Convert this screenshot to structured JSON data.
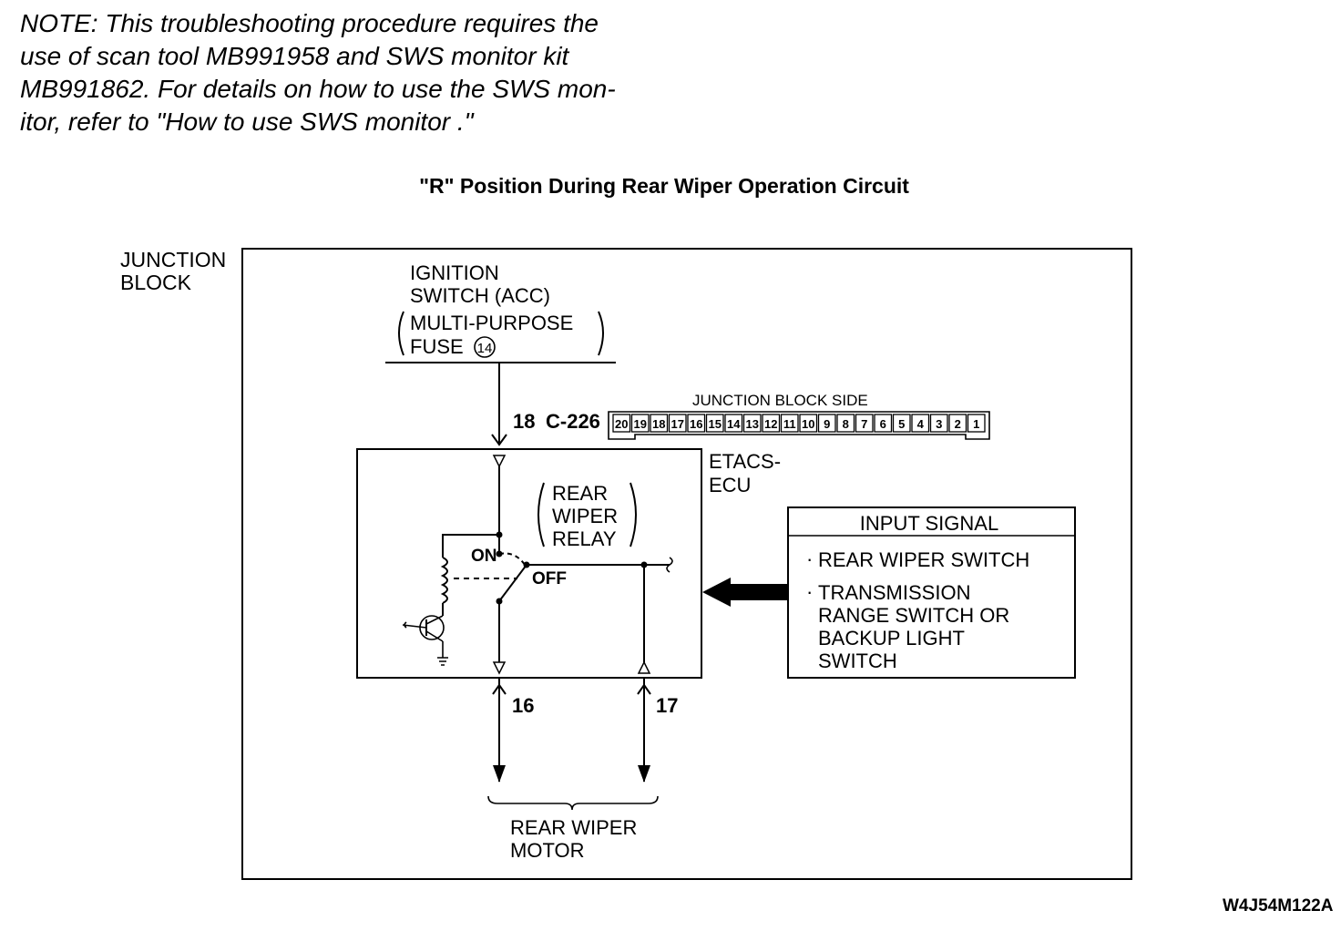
{
  "note": {
    "lines": [
      "NOTE: This troubleshooting procedure requires the",
      "use of scan tool MB991958 and SWS monitor kit",
      "MB991862. For details on how to use the SWS mon-",
      "itor, refer to \"How to use SWS monitor .\""
    ]
  },
  "diagram": {
    "title": "\"R\" Position During Rear Wiper Operation Circuit",
    "junction_block_label": [
      "JUNCTION",
      "BLOCK"
    ],
    "supply_label": [
      "IGNITION",
      "SWITCH (ACC)"
    ],
    "fuse_label": [
      "MULTI-PURPOSE",
      "FUSE"
    ],
    "fuse_number": "14",
    "terminal_supply": "18",
    "connector_id": "C-226",
    "connector_side_label": "JUNCTION BLOCK SIDE",
    "connector_pins": [
      "20",
      "19",
      "18",
      "17",
      "16",
      "15",
      "14",
      "13",
      "12",
      "11",
      "10",
      "9",
      "8",
      "7",
      "6",
      "5",
      "4",
      "3",
      "2",
      "1"
    ],
    "ecu_label": [
      "ETACS-",
      "ECU"
    ],
    "relay_label": [
      "REAR",
      "WIPER",
      "RELAY"
    ],
    "switch_on": "ON",
    "switch_off": "OFF",
    "input_signal_header": "INPUT SIGNAL",
    "input_signals": [
      [
        "REAR WIPER SWITCH"
      ],
      [
        "TRANSMISSION",
        "RANGE SWITCH OR",
        "BACKUP LIGHT",
        "SWITCH"
      ]
    ],
    "terminal_left": "16",
    "terminal_right": "17",
    "motor_label": [
      "REAR WIPER",
      "MOTOR"
    ],
    "figure_id": "W4J54M122A"
  }
}
